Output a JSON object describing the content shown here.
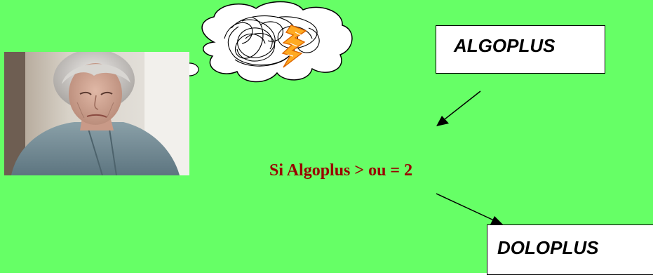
{
  "colors": {
    "background": "#66ff66",
    "condition_text": "#990000",
    "box_fill": "#ffffff",
    "arrow": "#000000",
    "lightning_fill": "#ffaa22",
    "lightning_stroke": "#dd6600"
  },
  "diagram": {
    "top_box": {
      "label": "ALGOPLUS"
    },
    "condition": {
      "label": "Si Algoplus > ou = 2"
    },
    "bottom_box": {
      "label": "DOLOPLUS"
    },
    "arrow_top_to_condition": {
      "direction": "down-left"
    },
    "arrow_condition_to_bottom": {
      "direction": "down-right"
    }
  },
  "illustration": {
    "photo": {
      "subject": "elderly-person-portrait"
    },
    "thought_bubble": {
      "contents": [
        "scribble",
        "lightning-bolt-icon"
      ]
    }
  }
}
